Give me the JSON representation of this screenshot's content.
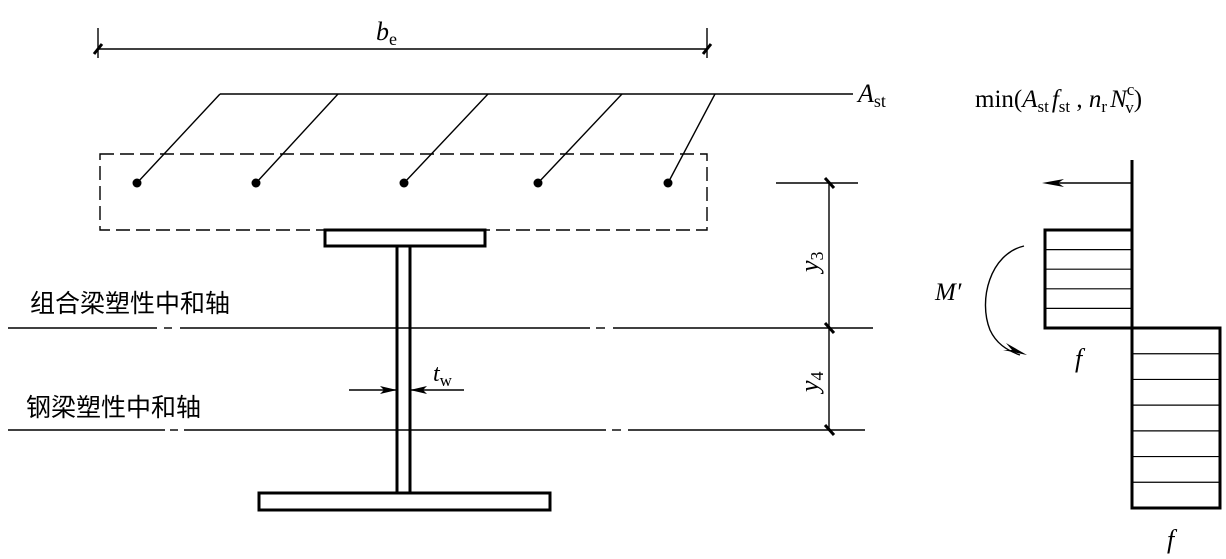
{
  "diagram": {
    "title": "Composite beam section with partial shear connection and plastic stress distribution",
    "labels": {
      "effective_width": {
        "main": "b",
        "sub": "e"
      },
      "rebar_area": {
        "main": "A",
        "sub": "st"
      },
      "composite_neutral_axis": "组合梁塑性中和轴",
      "steel_neutral_axis": "钢梁塑性中和轴",
      "web_thickness": {
        "main": "t",
        "sub": "w"
      },
      "y3": {
        "main": "y",
        "sub": "3"
      },
      "y4": {
        "main": "y",
        "sub": "4"
      },
      "moment": "M′",
      "stress_top": "f",
      "stress_bottom": "f",
      "force": {
        "prefix": "min(",
        "a_main": "A",
        "a_sub": "st",
        "f_main": "f",
        "f_sub": "st",
        "sep": " , ",
        "n_main": "n",
        "n_sub": "r",
        "N_main": "N",
        "N_sup": "c",
        "N_sub": "v",
        "suffix": ")"
      }
    },
    "rebar_count": 5,
    "stress_blocks": {
      "compression_hatch_lines": 4,
      "tension_hatch_lines": 6
    }
  }
}
